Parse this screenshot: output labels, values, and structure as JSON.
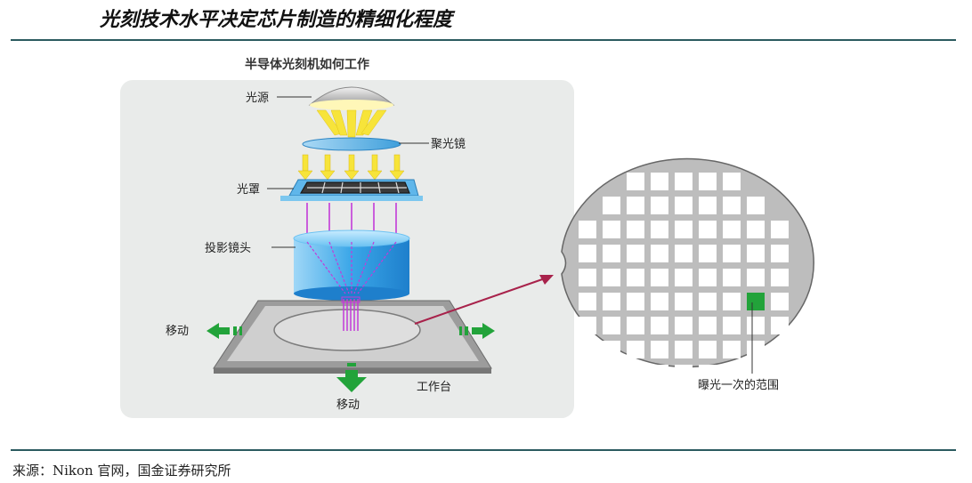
{
  "header": {
    "title": "光刻技术水平决定芯片制造的精细化程度"
  },
  "diagram": {
    "title": "半导体光刻机如何工作",
    "labels": {
      "light_source": "光源",
      "condenser": "聚光镜",
      "mask": "光罩",
      "projection_lens": "投影镜头",
      "move_left": "移动",
      "move_bottom": "移动",
      "stage": "工作台",
      "exposure_area": "曝光一次的范围"
    }
  },
  "footer": {
    "source": "来源：Nikon 官网，国金证券研究所"
  },
  "colors": {
    "rule": "#2b5a5f",
    "green": "#22a33a",
    "light": "#f7e43a",
    "lens": "#39a9e6",
    "laser": "#c23bd8"
  }
}
